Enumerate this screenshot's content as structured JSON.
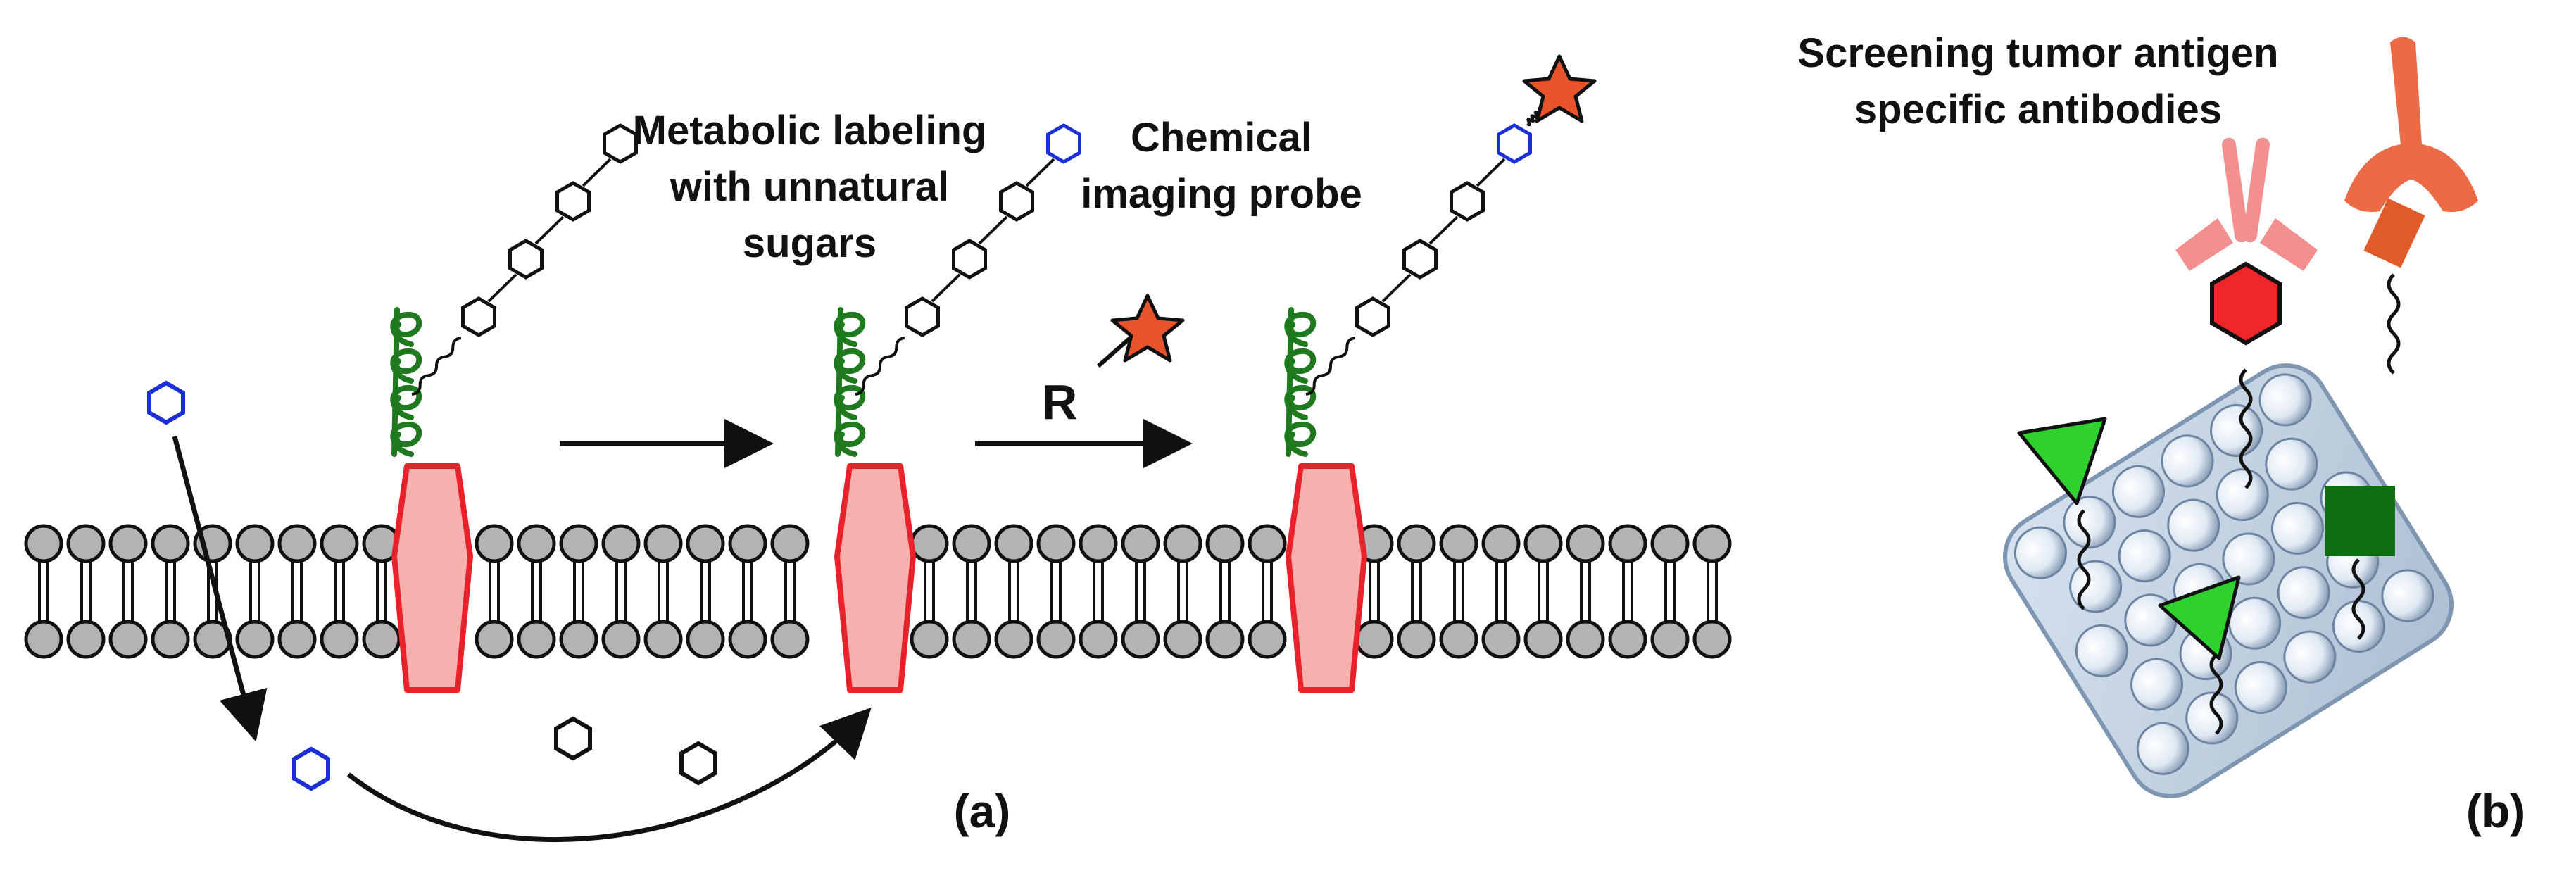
{
  "labels": {
    "metabolic_line1": "Metabolic labeling",
    "metabolic_line2": "with unnatural",
    "metabolic_line3": "sugars",
    "chemical_line1": "Chemical",
    "chemical_line2": "imaging probe",
    "r_group": "R",
    "screening_line1": "Screening tumor antigen",
    "screening_line2": "specific antibodies",
    "panel_a": "(a)",
    "panel_b": "(b)"
  },
  "colors": {
    "lipid_head": "#b3b3b3",
    "protein_fill": "#f7b0ad",
    "protein_stroke": "#e8212a",
    "glycan_green": "#1f7a1f",
    "azide_blue": "#1a2fd6",
    "probe_star": "#e8532b",
    "antibody_pink": "#f48a8a",
    "antibody_orange": "#ec6a45",
    "hexagon_red": "#f0262b",
    "triangle_green": "#2ed12e",
    "square_green": "#0e6e12",
    "slide_fill": "#c9d8e8",
    "bead_fill": "#dfe9f3"
  },
  "icons": {
    "sugar_monomer": "hexagon-icon",
    "probe": "star-icon",
    "antibody": "antibody-icon"
  }
}
